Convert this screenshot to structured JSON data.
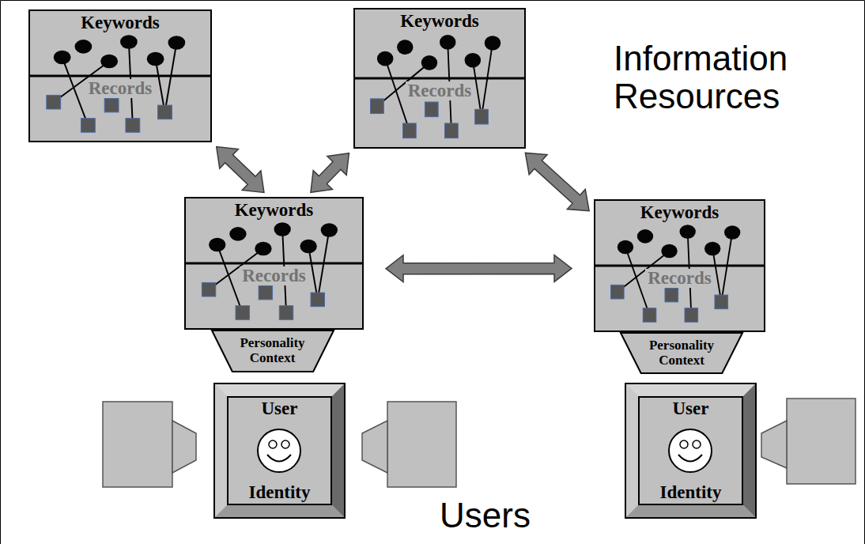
{
  "diagram": {
    "nodes": [
      {
        "text": [
          "Keywords",
          "Records"
        ]
      },
      {
        "text": [
          "Keywords",
          "Records"
        ]
      },
      {
        "text": [
          "Keywords",
          "Records"
        ]
      },
      {
        "text": [
          "Keywords",
          "Records"
        ]
      },
      {
        "text": [
          "Personality Context"
        ]
      },
      {
        "text": [
          "Personality Context"
        ]
      },
      {
        "text": [
          "User",
          "Identity"
        ]
      },
      {
        "text": [
          "User",
          "Identity"
        ]
      }
    ],
    "edges": [
      {
        "from": 0,
        "to": 2,
        "arrow": "both"
      },
      {
        "from": 1,
        "to": 2,
        "arrow": "both"
      },
      {
        "from": 1,
        "to": 3,
        "arrow": "both"
      },
      {
        "from": 2,
        "to": 3,
        "arrow": "both"
      }
    ],
    "labels": [
      "Information Resources",
      "Users"
    ]
  }
}
